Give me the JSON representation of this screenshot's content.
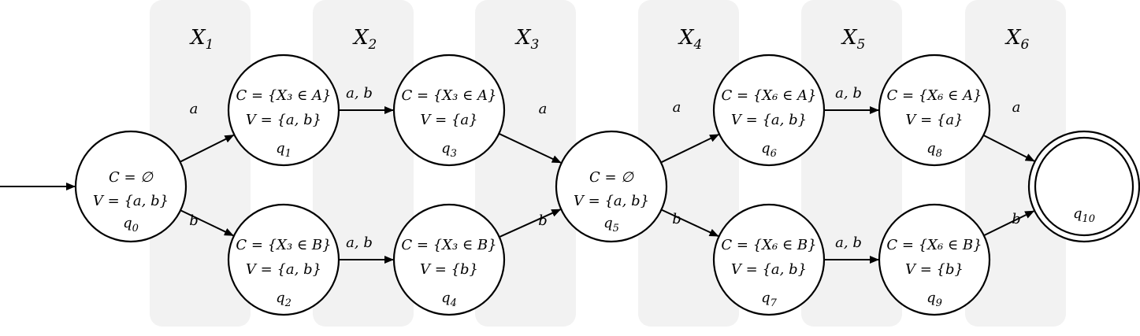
{
  "columns": [
    {
      "base": "X",
      "sub": "1"
    },
    {
      "base": "X",
      "sub": "2"
    },
    {
      "base": "X",
      "sub": "3"
    },
    {
      "base": "X",
      "sub": "4"
    },
    {
      "base": "X",
      "sub": "5"
    },
    {
      "base": "X",
      "sub": "6"
    }
  ],
  "states": [
    {
      "id": "q0",
      "base": "q",
      "sub": "0",
      "c": "C = ∅",
      "v": "V = {a, b}",
      "accepting": false,
      "initial": true
    },
    {
      "id": "q1",
      "base": "q",
      "sub": "1",
      "c": "C = {X₃ ∈ A}",
      "v": "V = {a, b}",
      "accepting": false
    },
    {
      "id": "q2",
      "base": "q",
      "sub": "2",
      "c": "C = {X₃ ∈ B}",
      "v": "V = {a, b}",
      "accepting": false
    },
    {
      "id": "q3",
      "base": "q",
      "sub": "3",
      "c": "C = {X₃ ∈ A}",
      "v": "V = {a}",
      "accepting": false
    },
    {
      "id": "q4",
      "base": "q",
      "sub": "4",
      "c": "C = {X₃ ∈ B}",
      "v": "V = {b}",
      "accepting": false
    },
    {
      "id": "q5",
      "base": "q",
      "sub": "5",
      "c": "C = ∅",
      "v": "V = {a, b}",
      "accepting": false
    },
    {
      "id": "q6",
      "base": "q",
      "sub": "6",
      "c": "C = {X₆ ∈ A}",
      "v": "V = {a, b}",
      "accepting": false
    },
    {
      "id": "q7",
      "base": "q",
      "sub": "7",
      "c": "C = {X₆ ∈ B}",
      "v": "V = {a, b}",
      "accepting": false
    },
    {
      "id": "q8",
      "base": "q",
      "sub": "8",
      "c": "C = {X₆ ∈ A}",
      "v": "V = {a}",
      "accepting": false
    },
    {
      "id": "q9",
      "base": "q",
      "sub": "9",
      "c": "C = {X₆ ∈ B}",
      "v": "V = {b}",
      "accepting": false
    },
    {
      "id": "q10",
      "base": "q",
      "sub": "10",
      "c": "",
      "v": "",
      "accepting": true
    }
  ],
  "edges": [
    {
      "from": "q0",
      "to": "q1",
      "label": "a"
    },
    {
      "from": "q0",
      "to": "q2",
      "label": "b"
    },
    {
      "from": "q1",
      "to": "q3",
      "label": "a, b"
    },
    {
      "from": "q2",
      "to": "q4",
      "label": "a, b"
    },
    {
      "from": "q3",
      "to": "q5",
      "label": "a"
    },
    {
      "from": "q4",
      "to": "q5",
      "label": "b"
    },
    {
      "from": "q5",
      "to": "q6",
      "label": "a"
    },
    {
      "from": "q5",
      "to": "q7",
      "label": "b"
    },
    {
      "from": "q6",
      "to": "q8",
      "label": "a, b"
    },
    {
      "from": "q7",
      "to": "q9",
      "label": "a, b"
    },
    {
      "from": "q8",
      "to": "q10",
      "label": "a"
    },
    {
      "from": "q9",
      "to": "q10",
      "label": "b"
    }
  ],
  "colors": {
    "column_band": "#f2f2f2",
    "stroke": "#000000",
    "background": "#ffffff"
  }
}
